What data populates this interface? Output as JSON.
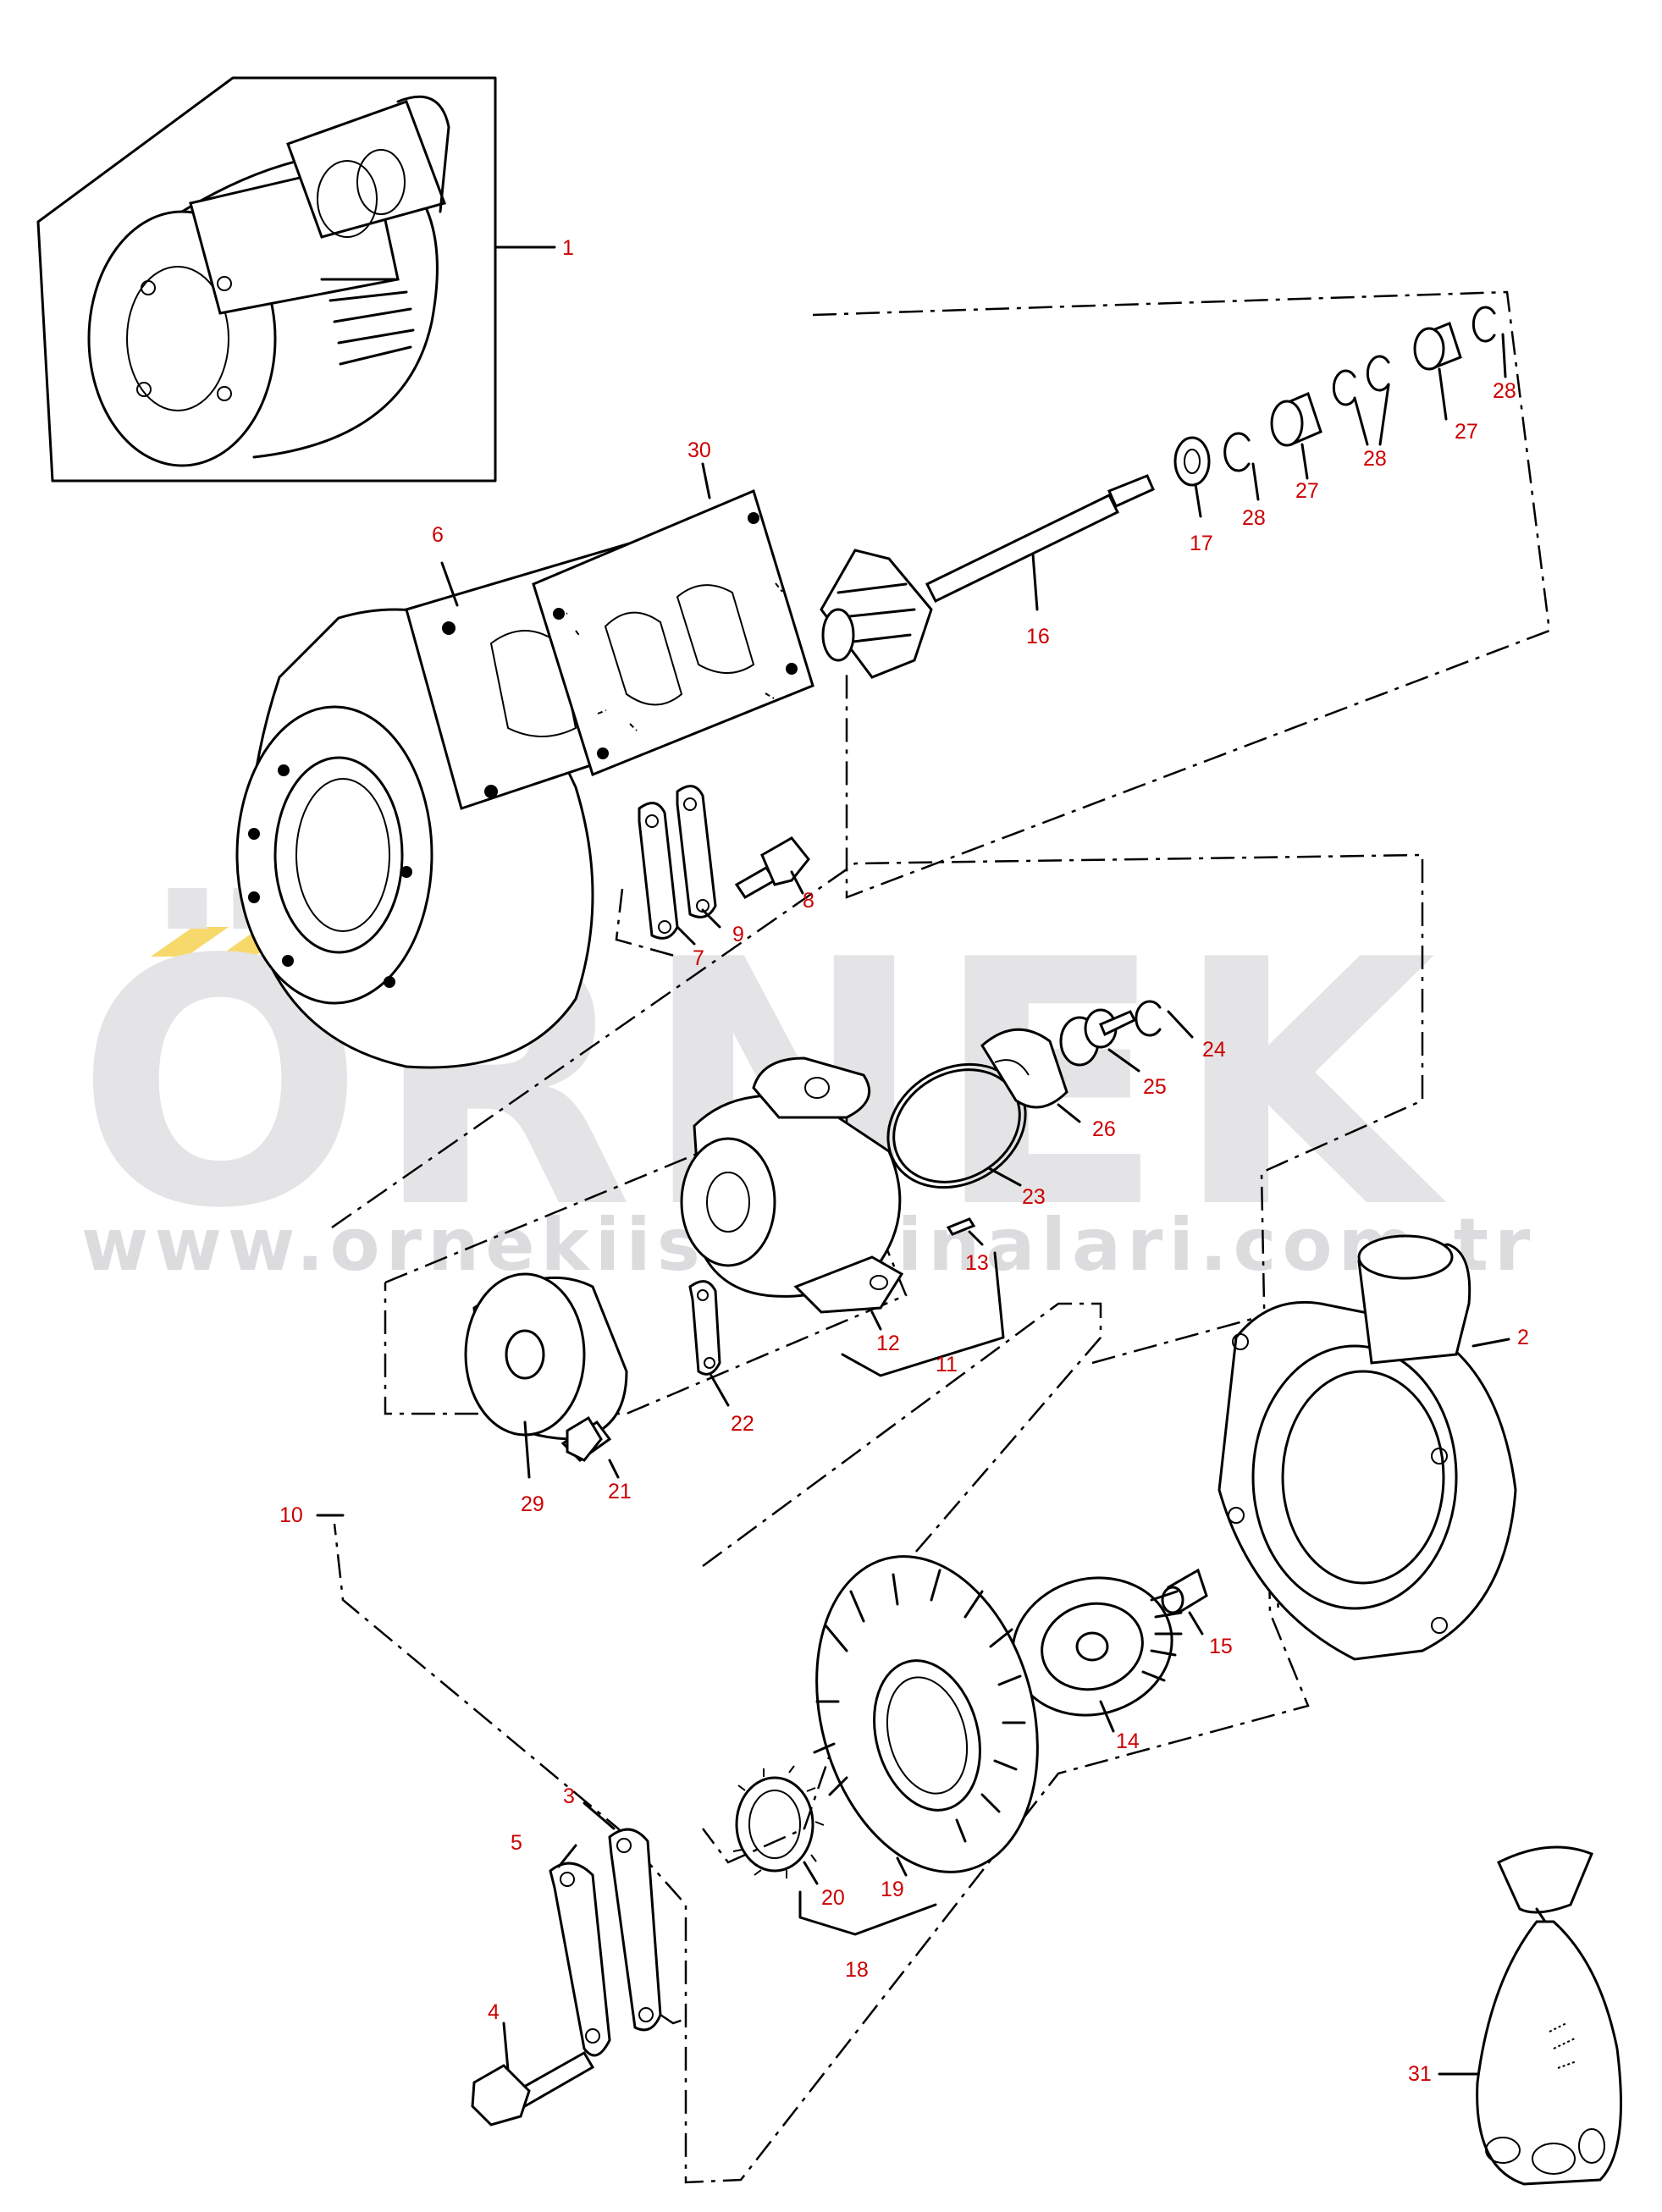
{
  "watermark": {
    "brand": "ÖRNEK",
    "url": "www.ornekiismakinalari.com.tr",
    "accent_color": "#f7d96b"
  },
  "label_color": "#cc0000",
  "parts": [
    {
      "id": "1",
      "label": "1"
    },
    {
      "id": "2",
      "label": "2"
    },
    {
      "id": "3",
      "label": "3"
    },
    {
      "id": "4",
      "label": "4"
    },
    {
      "id": "5",
      "label": "5"
    },
    {
      "id": "6",
      "label": "6"
    },
    {
      "id": "7",
      "label": "7"
    },
    {
      "id": "8",
      "label": "8"
    },
    {
      "id": "9",
      "label": "9"
    },
    {
      "id": "10",
      "label": "10"
    },
    {
      "id": "11",
      "label": "11"
    },
    {
      "id": "12",
      "label": "12"
    },
    {
      "id": "13",
      "label": "13"
    },
    {
      "id": "14",
      "label": "14"
    },
    {
      "id": "15",
      "label": "15"
    },
    {
      "id": "16",
      "label": "16"
    },
    {
      "id": "17",
      "label": "17"
    },
    {
      "id": "18",
      "label": "18"
    },
    {
      "id": "19",
      "label": "19"
    },
    {
      "id": "20",
      "label": "20"
    },
    {
      "id": "21",
      "label": "21"
    },
    {
      "id": "22",
      "label": "22"
    },
    {
      "id": "23",
      "label": "23"
    },
    {
      "id": "24",
      "label": "24"
    },
    {
      "id": "25",
      "label": "25"
    },
    {
      "id": "26",
      "label": "26"
    },
    {
      "id": "27a",
      "label": "27"
    },
    {
      "id": "27b",
      "label": "27"
    },
    {
      "id": "28a",
      "label": "28"
    },
    {
      "id": "28b",
      "label": "28"
    },
    {
      "id": "28c",
      "label": "28"
    },
    {
      "id": "29",
      "label": "29"
    },
    {
      "id": "30",
      "label": "30"
    },
    {
      "id": "31",
      "label": "31"
    }
  ]
}
